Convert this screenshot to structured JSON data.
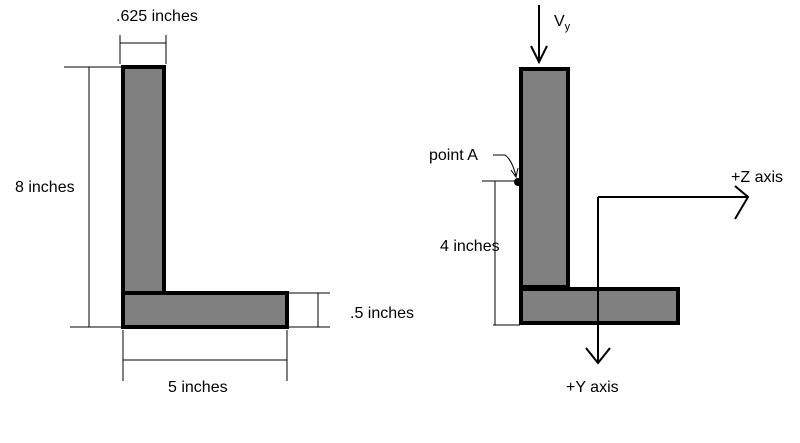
{
  "left_section": {
    "top_width_label": ".625 inches",
    "height_label": "8 inches",
    "flange_thickness_label": ".5 inches",
    "base_width_label": "5 inches"
  },
  "right_section": {
    "shear_label": "V",
    "shear_subscript": "y",
    "point_label": "point A",
    "offset_label": "4 inches",
    "z_axis_label": "+Z axis",
    "y_axis_label": "+Y axis"
  },
  "colors": {
    "section_fill": "#808080",
    "outline": "#000000",
    "background": "#ffffff"
  }
}
